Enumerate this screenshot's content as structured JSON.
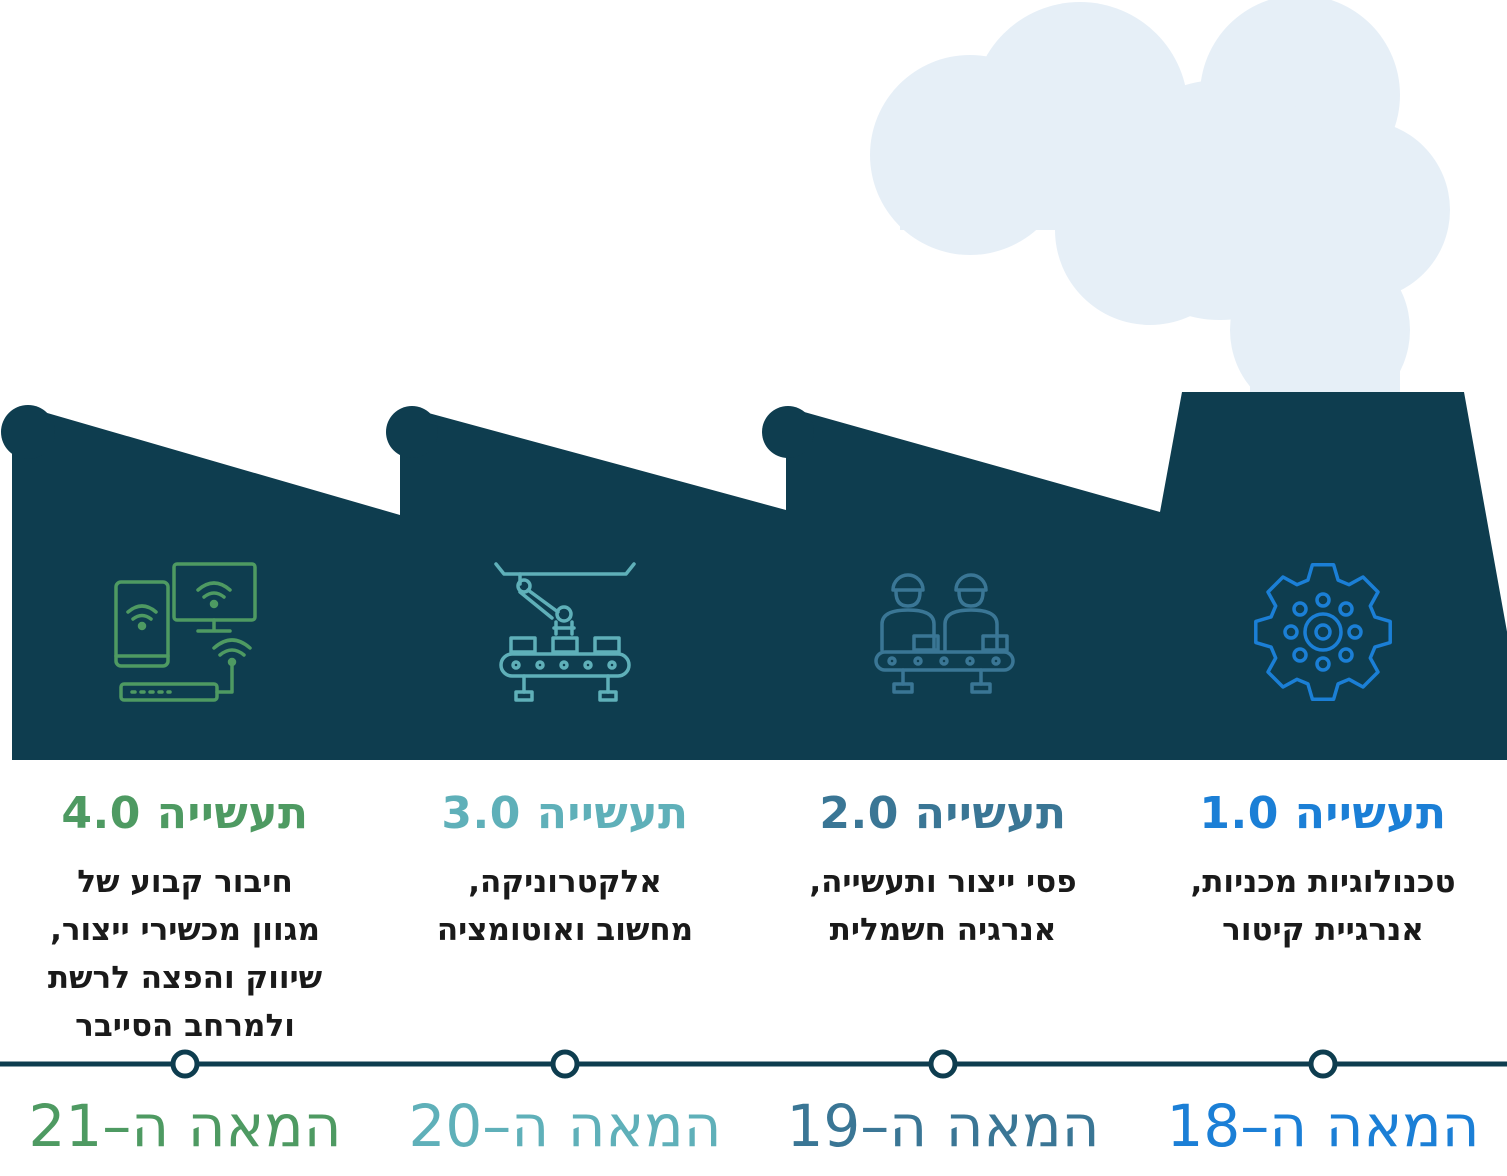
{
  "eras": [
    {
      "title": "תעשייה 1.0",
      "lines": [
        "טכנולוגיות מכניות,",
        "אנרגיית קיטור"
      ],
      "century": "המאה ה–18",
      "icon": "gear-icon",
      "color": "#1b7fd6"
    },
    {
      "title": "תעשייה 2.0",
      "lines": [
        "פסי ייצור ותעשייה,",
        "אנרגיה חשמלית"
      ],
      "century": "המאה ה–19",
      "icon": "workers-assembly-line-icon",
      "color": "#3a7695"
    },
    {
      "title": "תעשייה 3.0",
      "lines": [
        "אלקטרוניקה,",
        "מחשוב ואוטומציה"
      ],
      "century": "המאה ה–20",
      "icon": "robot-arm-conveyor-icon",
      "color": "#5fb0b9"
    },
    {
      "title": "תעשייה 4.0",
      "lines": [
        "חיבור קבוע של",
        "מגוון מכשירי ייצור,",
        "שיווק והפצה לרשת",
        "ולמרחב הסייבר"
      ],
      "century": "המאה ה–21",
      "icon": "connected-devices-wifi-icon",
      "color": "#4e9a62"
    }
  ],
  "colors": {
    "factory": "#0e3d4f",
    "smoke": "#e6eff7",
    "timeline": "#0e3d4f"
  }
}
